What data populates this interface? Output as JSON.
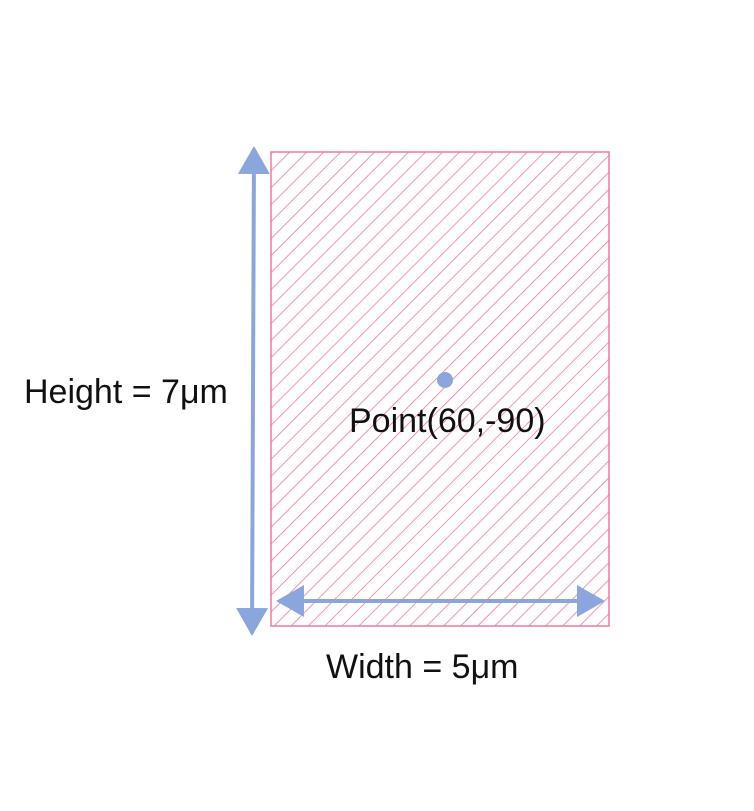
{
  "diagram": {
    "labels": {
      "height": "Height = 7μm",
      "width": "Width = 5μm",
      "point": "Point(60,-90)"
    },
    "colors": {
      "rect_stroke": "#f07a9a",
      "hatch": "#f07a9a",
      "arrow": "#8aa6dc",
      "point": "#8aa6dc",
      "text": "#111111"
    }
  }
}
